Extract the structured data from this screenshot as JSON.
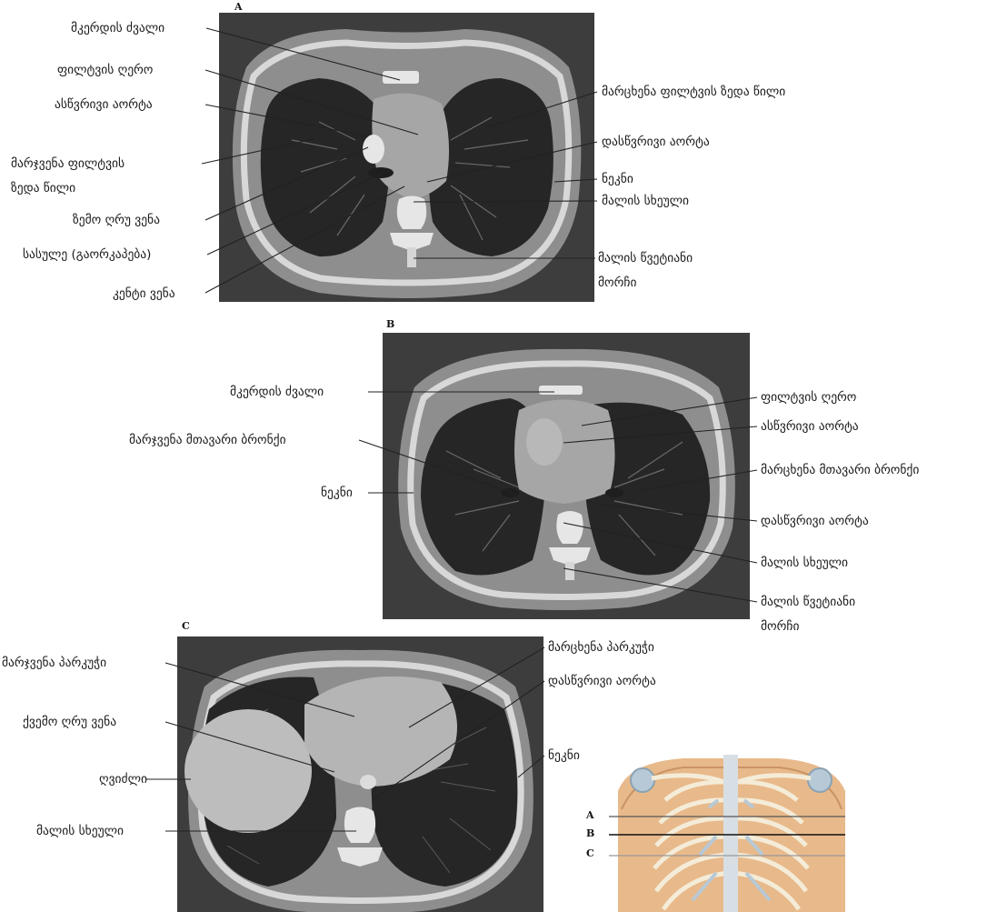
{
  "panels": {
    "a": {
      "letter": "A",
      "labels": {
        "sternum": "მკერდის ძვალი",
        "pulmonary_trunk": "ფილტვის ღერო",
        "ascending_aorta": "ასწვრივი აორტა",
        "right_upper_lobe_1": "მარჯვენა  ფილტვის",
        "right_upper_lobe_2": "ზედა წილი",
        "svc": "ზემო ღრუ ვენა",
        "esophagus": "სასულე (გაორკაპება)",
        "azygos": "კენტი ვენა",
        "left_upper_lobe": "მარცხენა ფილტვის  ზედა წილი",
        "descending_aorta": "დასწვრივი აორტა",
        "rib": "ნეკნი",
        "vertebral_body": "მალის სხეული",
        "spinous_process_1": "მალის წვეტიანი",
        "spinous_process_2": "მორჩი"
      }
    },
    "b": {
      "letter": "B",
      "labels": {
        "sternum": "მკერდის ძვალი",
        "right_main_bronchus": "მარჯვენა მთავარი ბრონქი",
        "rib": "ნეკნი",
        "pulmonary_trunk": "ფილტვის ღერო",
        "ascending_aorta": "ასწვრივი აორტა",
        "left_main_bronchus": "მარცხენა მთავარი ბრონქი",
        "descending_aorta": "დასწვრივი აორტა",
        "vertebral_body": "მალის სხეული",
        "spinous_process_1": "მალის წვეტიანი",
        "spinous_process_2": "მორჩი"
      }
    },
    "c": {
      "letter": "C",
      "labels": {
        "right_atrium": "მარჯვენა პარკუჭი",
        "ivc": "ქვემო ღრუ ვენა",
        "liver": "ღვიძლი",
        "vertebral_body": "მალის სხეული",
        "left_ventricle": "მარცხენა პარკუჭი",
        "descending_aorta": "დასწვრივი აორტა",
        "rib": "ნეკნი"
      }
    }
  },
  "key": {
    "lines": [
      "A",
      "B",
      "C"
    ]
  },
  "colors": {
    "ct_background": "#3d3d3d",
    "body_soft_tissue": "#9a9a9a",
    "lung": "#262626",
    "bone": "#e6e6e6",
    "leader_line": "#222222",
    "key_skin": "#e8b98a",
    "key_cartilage": "#b7c9d6"
  }
}
